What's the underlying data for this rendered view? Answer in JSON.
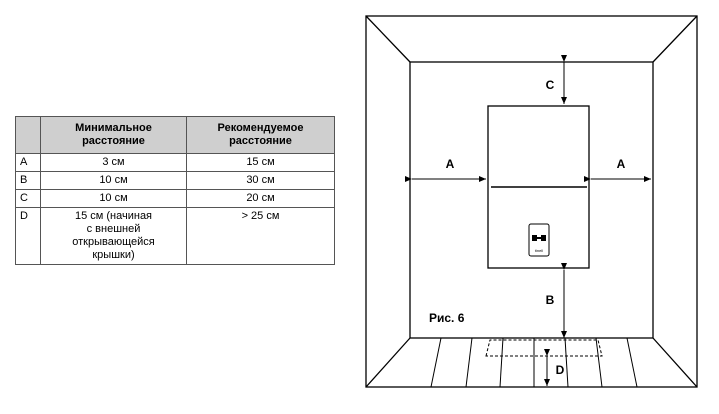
{
  "table": {
    "header": {
      "key": "",
      "min": "Минимальное\nрасстояние",
      "rec": "Рекомендуемое\nрасстояние"
    },
    "rows": [
      {
        "key": "A",
        "min": "3 см",
        "rec": "15 см"
      },
      {
        "key": "B",
        "min": "10 см",
        "rec": "30 см"
      },
      {
        "key": "C",
        "min": "10 см",
        "rec": "20 см"
      },
      {
        "key": "D",
        "min": "15 см (начиная\nс внешней\nоткрывающейся\nкрышки)",
        "rec": "> 25 см"
      }
    ]
  },
  "diagram": {
    "label_a_left": "A",
    "label_a_right": "A",
    "label_b": "B",
    "label_c": "C",
    "label_d": "D",
    "figure_caption": "Рис. 6",
    "device_brand": "tinell"
  }
}
